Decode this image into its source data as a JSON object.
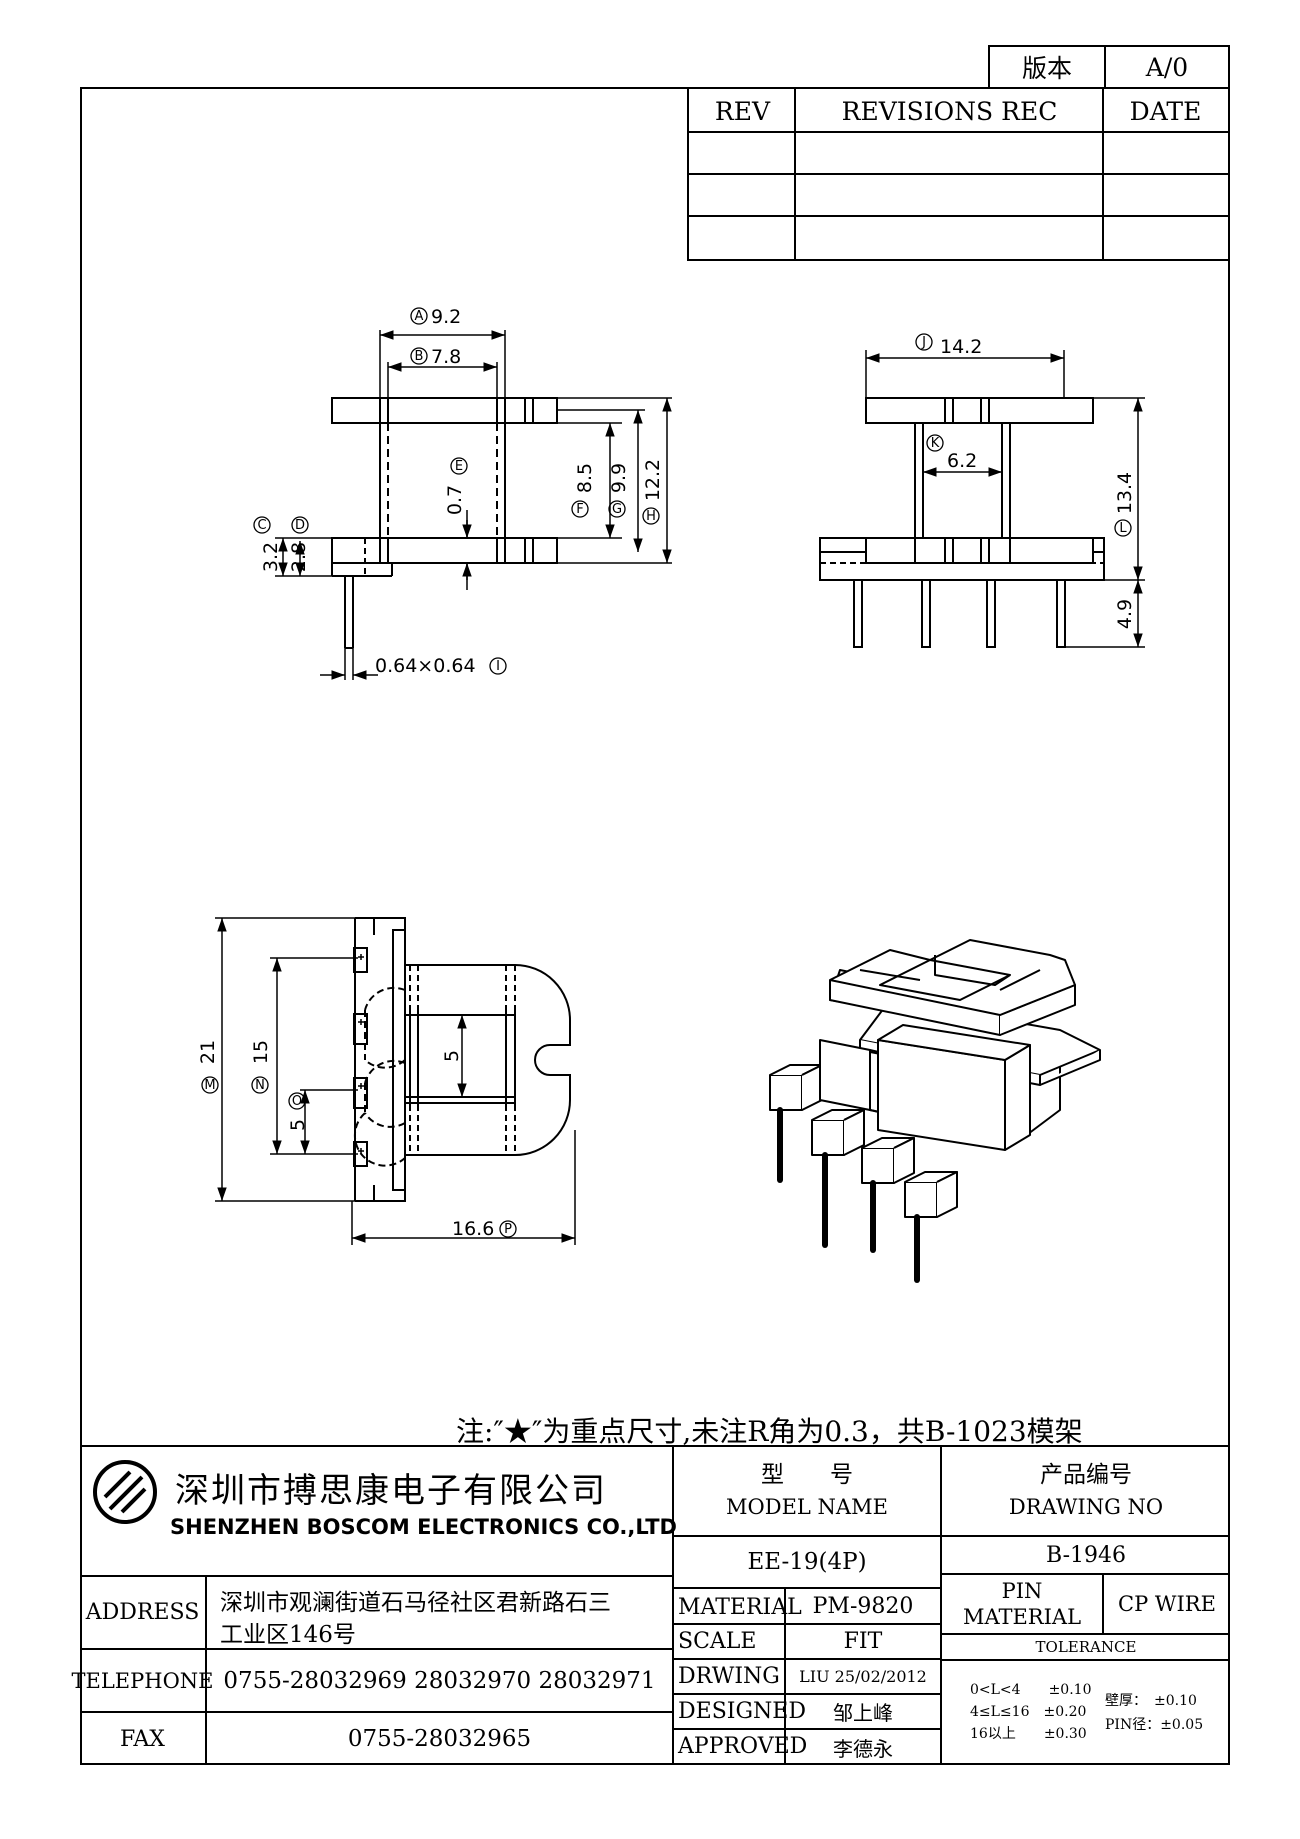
{
  "version_block": {
    "label": "版本",
    "value": "A/0"
  },
  "revisions": {
    "rev_header": "REV",
    "rec_header": "REVISIONS REC",
    "date_header": "DATE"
  },
  "note": "注:″★″为重点尺寸,未注R角为0.3，共B-1023模架",
  "company": {
    "name_cn": "深圳市搏思康电子有限公司",
    "name_en": "SHENZHEN BOSCOM ELECTRONICS CO.,LTD"
  },
  "address": {
    "label": "ADDRESS",
    "line1": "深圳市观澜街道石马径社区君新路石三",
    "line2": "工业区146号"
  },
  "telephone": {
    "label": "TELEPHONE",
    "value": "0755-28032969 28032970 28032971"
  },
  "fax": {
    "label": "FAX",
    "value": "0755-28032965"
  },
  "model": {
    "label_cn": "型　　号",
    "label_en": "MODEL NAME",
    "value": "EE-19(4P)"
  },
  "drawing": {
    "label_cn": "产品编号",
    "label_en": "DRAWING NO",
    "value": "B-1946"
  },
  "material": {
    "label": "MATERIAL",
    "value": "PM-9820"
  },
  "scale": {
    "label": "SCALE",
    "value": "FIT"
  },
  "drwing": {
    "label": "DRWING",
    "value": "LIU 25/02/2012"
  },
  "designed": {
    "label": "DESIGNED",
    "value": "邹上峰"
  },
  "approved": {
    "label": "APPROVED",
    "value": "李德永"
  },
  "pin_material": {
    "label1": "PIN",
    "label2": "MATERIAL",
    "value": "CP WIRE"
  },
  "tolerance": {
    "label": "TOLERANCE",
    "r1": "0<L<4　　±0.10",
    "r2": "4≤L≤16　±0.20",
    "r3": "16以上　　±0.30",
    "wall": "壁厚：　±0.10",
    "pin": "PIN径：±0.05"
  },
  "dims": {
    "A": "9.2",
    "B": "7.8",
    "C": "3.2",
    "D": "2.8",
    "E": "0.7",
    "F": "8.5",
    "G": "9.9",
    "H": "12.2",
    "I": "0.64×0.64",
    "J": "14.2",
    "K": "6.2",
    "L": "13.4",
    "L2": "4.9",
    "M": "21",
    "N": "15",
    "O": "5",
    "P": "16.6",
    "inner": "5"
  },
  "markers": {
    "A": "A",
    "B": "B",
    "C": "C",
    "D": "D",
    "E": "E",
    "F": "F",
    "G": "G",
    "H": "H",
    "I": "I",
    "J": "J",
    "K": "K",
    "L": "L",
    "M": "M",
    "N": "N",
    "O": "O",
    "P": "P"
  }
}
